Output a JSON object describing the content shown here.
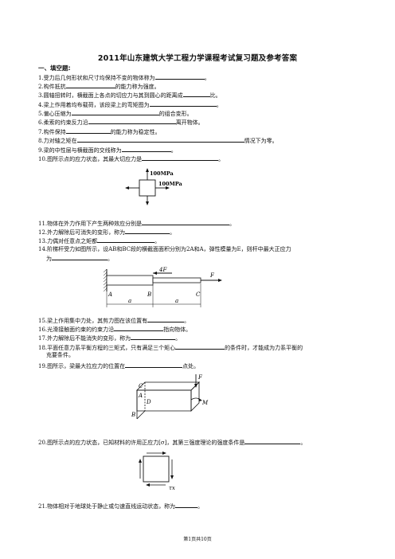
{
  "title": "2011年山东建筑大学工程力学课程考试复习题及参考答案",
  "section": "一、填空题:",
  "questions": {
    "q1": "1.受力后几何形状和尺寸均保持不变的物体称为",
    "q1_end": "。",
    "q2a": "2.构件抵抗",
    "q2b": "的能力称为强度。",
    "q3a": "3.圆轴扭转时，横截面上各点的切应力与其到圆心的距离成",
    "q3b": "比。",
    "q4a": "4.梁上作用着均布载荷，该段梁上的弯矩图为",
    "q4b": "。",
    "q5a": "5.偏心压缩为",
    "q5b": "的组合变形。",
    "q6a": "6.柔索的约束反力沿",
    "q6b": "离开物体。",
    "q7a": "7.构件保持",
    "q7b": "的能力称为稳定性。",
    "q8a": "8.力对轴之矩在",
    "q8b": "情况下为零。",
    "q9a": "9.梁的中性层与横截面的交线称为",
    "q9b": "。",
    "q10a": "10.图所示点的应力状态，其最大切应力是",
    "q10b": "。",
    "q11a": "11.物体在外力作用下产生两种效应分别是",
    "q11b": "。",
    "q12a": "12.外力解除后可消失的变形，称为",
    "q12b": "。",
    "q13a": "13.力偶对任意点之矩都",
    "q13b": "。",
    "q14a": "14.阶梯杆受力如图所示，设AB和BC段的横截面面积分别为2A和A，弹性模量为E，则杆中最大正应力",
    "q14b": "为",
    "q14c": "。",
    "q15a": "15.梁上作用集中力处，其剪力图在该位置有",
    "q15b": "。",
    "q16a": "16.光滑接触面约束的约束力沿",
    "q16b": "指向物体。",
    "q17a": "17.外力解除后不能消失的变形，称为",
    "q17b": "。",
    "q18a": "18.平面任意力系平衡方程的三矩式，只有满足三个矩心",
    "q18b": "的条件时，才能成为力系平衡的",
    "q18c": "充要条件。",
    "q19a": "19.图所示，梁最大拉应力的位置在",
    "q19b": "点处。",
    "q20a": "20.图所示点的应力状态，已知材料的许用正应力[σ]，其第三强度理论的强度条件是",
    "q20b": "。",
    "q21a": "21.物体相对于地球处于静止或匀速直线运动状态，称为",
    "q21b": "。"
  },
  "fig10": {
    "top": "100MPa",
    "right": "100MPa"
  },
  "fig14": {
    "force1": "4F",
    "force2": "F",
    "A": "A",
    "B": "B",
    "C": "C",
    "a1": "a",
    "a2": "a"
  },
  "fig19": {
    "F": "F",
    "M": "M",
    "A": "A",
    "B": "B",
    "C": "C",
    "D": "D"
  },
  "fig20": {
    "tau": "τx"
  },
  "footer": "第1页共10页"
}
